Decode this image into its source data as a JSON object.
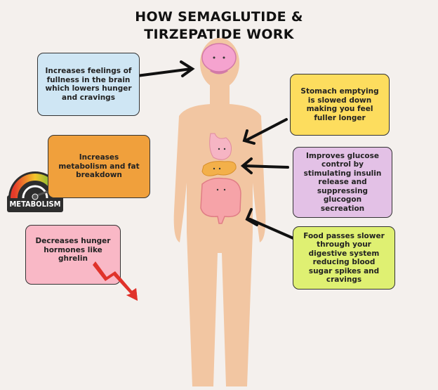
{
  "title_line1": "HOW SEMAGLUTIDE &",
  "title_line2": "TIRZEPATIDE WORK",
  "boxes": {
    "brain": {
      "text": "Increases feelings of fullness in the brain which lowers hunger and cravings",
      "color": "#cfe6f4"
    },
    "stomach": {
      "text": "Stomach emptying is slowed down making you feel fuller longer",
      "color": "#fddd5e"
    },
    "metabolism": {
      "text": "Increases metabolism and fat breakdown",
      "color": "#f0a03c"
    },
    "glucose": {
      "text": "Improves glucose control by stimulating insulin release and suppressing glucogon secreation",
      "color": "#e3c1e6"
    },
    "hormones": {
      "text": "Decreases hunger hormones like ghrelin",
      "color": "#f9b8c6"
    },
    "digestion": {
      "text": "Food passes slower through your digestive system reducing blood sugar spikes and cravings",
      "color": "#dff072"
    }
  },
  "gauge_label": "METABOLISM",
  "skin_color": "#f2c6a2"
}
